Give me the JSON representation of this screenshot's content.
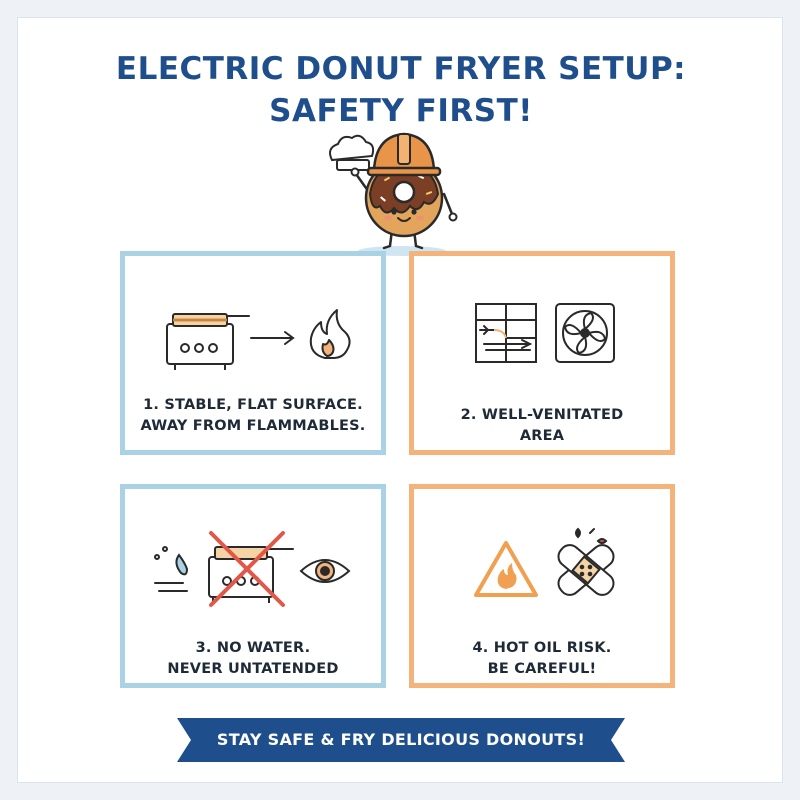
{
  "title": {
    "line1": "ELECTRIC DONUT FRYER SETUP:",
    "line2": "SAFETY FIRST!"
  },
  "steps": [
    {
      "line1": "1. STABLE, FLAT SURFACE.",
      "line2": "AWAY FROM FLAMMABLES.",
      "icons": [
        "fryer-icon",
        "arrow-right-icon",
        "flame-icon"
      ],
      "accent": "#a9d3e4"
    },
    {
      "line1": "2. WELL-VENITATED",
      "line2": "AREA",
      "icons": [
        "window-vent-icon",
        "exhaust-fan-icon"
      ],
      "accent": "#f3b37a"
    },
    {
      "line1": "3. NO WATER.",
      "line2": "NEVER UNTATENDED",
      "icons": [
        "water-drop-icon",
        "crossed-fryer-icon",
        "eye-icon"
      ],
      "accent": "#a9d3e4"
    },
    {
      "line1": "4. HOT OIL RISK.",
      "line2": "BE CAREFUL!",
      "icons": [
        "warning-flame-icon",
        "bandage-icon"
      ],
      "accent": "#f3b37a"
    }
  ],
  "banner": "STAY SAFE & FRY DELICIOUS DONOUTS!",
  "colors": {
    "title": "#1f4e8c",
    "blue_border": "#a9d3e4",
    "orange_border": "#f3b37a",
    "ribbon": "#1f4e8c",
    "warning": "#f0a050",
    "cross": "#e0584a"
  },
  "mascot": "donut-chef-mascot-icon"
}
